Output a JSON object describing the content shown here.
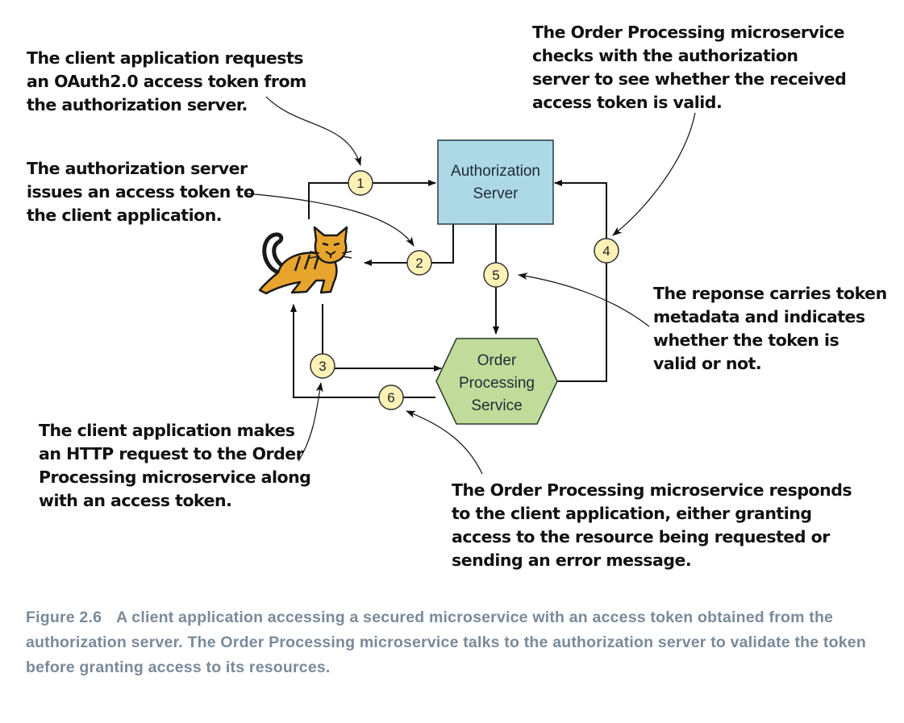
{
  "nodes": {
    "authorization_server": [
      "Authorization",
      "Server"
    ],
    "order_service": [
      "Order",
      "Processing",
      "Service"
    ]
  },
  "steps": [
    "1",
    "2",
    "3",
    "4",
    "5",
    "6"
  ],
  "annotations": {
    "step1": "The client application requests\nan OAuth2.0 access token from\nthe authorization server.",
    "step2": "The authorization server\nissues an access token to\nthe client application.",
    "step3": "The client application makes\nan HTTP request to the Order\nProcessing microservice along\nwith an access token.",
    "step4": "The Order Processing microservice\nchecks with the authorization\nserver to see whether the received\naccess token is valid.",
    "step5": "The reponse carries token\nmetadata and indicates\nwhether the token is\nvalid or not.",
    "step6": "The Order Processing microservice responds\nto the client application, either granting\naccess to the resource being requested or\nsending an error message."
  },
  "caption": {
    "label": "Figure 2.6",
    "text": "A client application accessing a secured microservice with an access token obtained from the authorization server. The Order Processing microservice talks to the authorization server to validate the token before granting access to its resources."
  },
  "colors": {
    "auth_fill": "#add8e6",
    "service_fill": "#c1dc9a",
    "step_fill": "#fdf1b6",
    "cat_fill": "#e7a52d",
    "caption": "#7a8a99"
  },
  "icons": {
    "client": "tomcat-cat-icon"
  }
}
